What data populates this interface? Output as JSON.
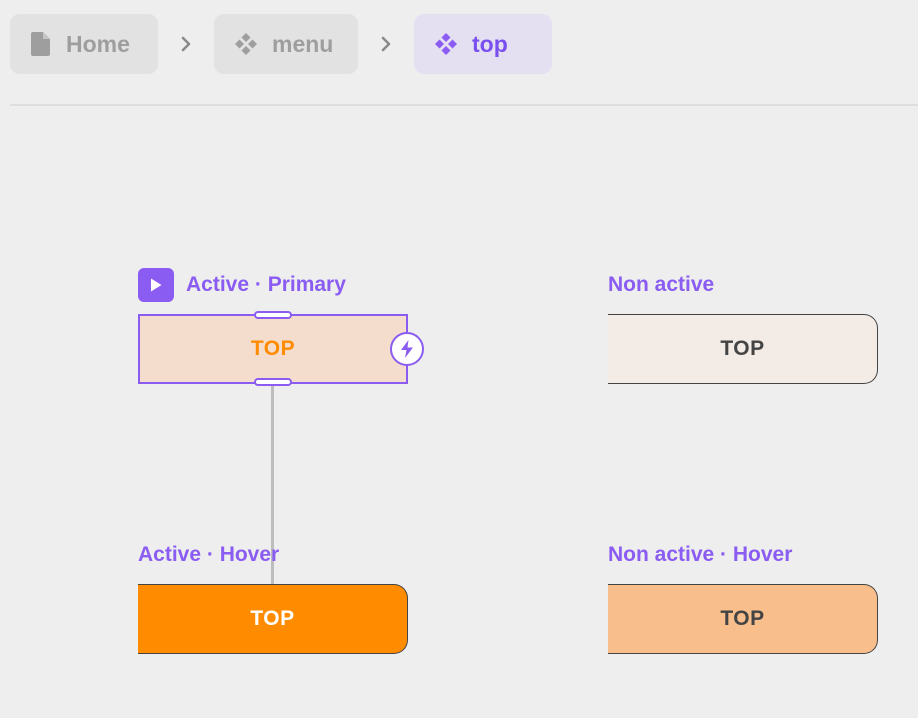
{
  "breadcrumb": {
    "items": [
      {
        "label": "Home",
        "icon": "file-icon"
      },
      {
        "label": "menu",
        "icon": "component-icon"
      },
      {
        "label": "top",
        "icon": "component-icon"
      }
    ],
    "separator_icon": "chevron-right-icon"
  },
  "variants": {
    "active_primary": {
      "label": "Active · Primary",
      "button_label": "TOP",
      "badge_icon": "play-icon",
      "action_icon": "bolt-icon"
    },
    "non_active": {
      "label": "Non active",
      "button_label": "TOP"
    },
    "active_hover": {
      "label": "Active · Hover",
      "button_label": "TOP"
    },
    "non_active_hover": {
      "label": "Non active · Hover",
      "button_label": "TOP"
    }
  },
  "colors": {
    "accent": "#8a5cf1",
    "orange": "#ff8c00",
    "active_fill": "#f4ddcd",
    "non_active_fill": "#f3ebe5",
    "non_active_hover_fill": "#f8bf8d",
    "background": "#eeeeee"
  }
}
